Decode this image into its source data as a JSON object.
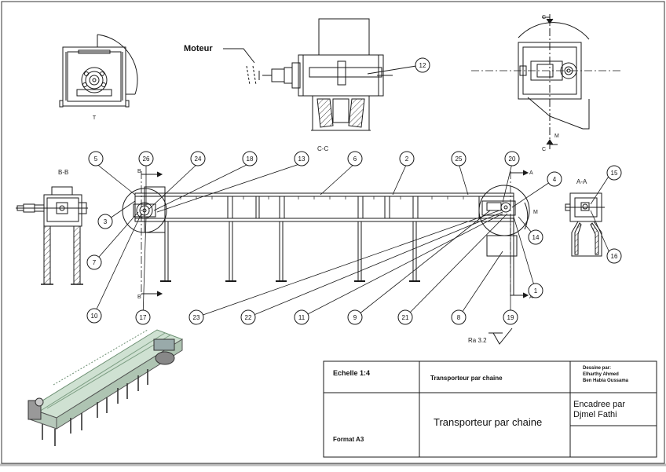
{
  "views": {
    "motor_label": "Moteur",
    "section_bb": "B-B",
    "section_cc": "C-C",
    "section_aa": "A-A",
    "cut_c": "C",
    "cut_b": "B",
    "cut_a": "A",
    "letter_t": "T",
    "letter_m": "M",
    "roughness": "Ra 3.2"
  },
  "balloons": [
    "1",
    "2",
    "3",
    "4",
    "5",
    "6",
    "7",
    "8",
    "9",
    "10",
    "11",
    "12",
    "13",
    "14",
    "15",
    "16",
    "17",
    "18",
    "19",
    "20",
    "21",
    "22",
    "23",
    "24",
    "25",
    "26"
  ],
  "title_block": {
    "scale": "Echelle 1:4",
    "format": "Format A3",
    "title_small": "Transporteur par chaine",
    "title_large": "Transporteur par chaine",
    "drawn_by_label": "Dessine par:",
    "drawn_by_1": "Elharthy Ahmed",
    "drawn_by_2": "Ben Habia Oussama",
    "supervised_label": "Encadree par",
    "supervisor": "Djmel Fathi"
  },
  "colors": {
    "line": "#1a1a1a",
    "frame_green": "#8fb89a",
    "hatch": "#444444"
  }
}
